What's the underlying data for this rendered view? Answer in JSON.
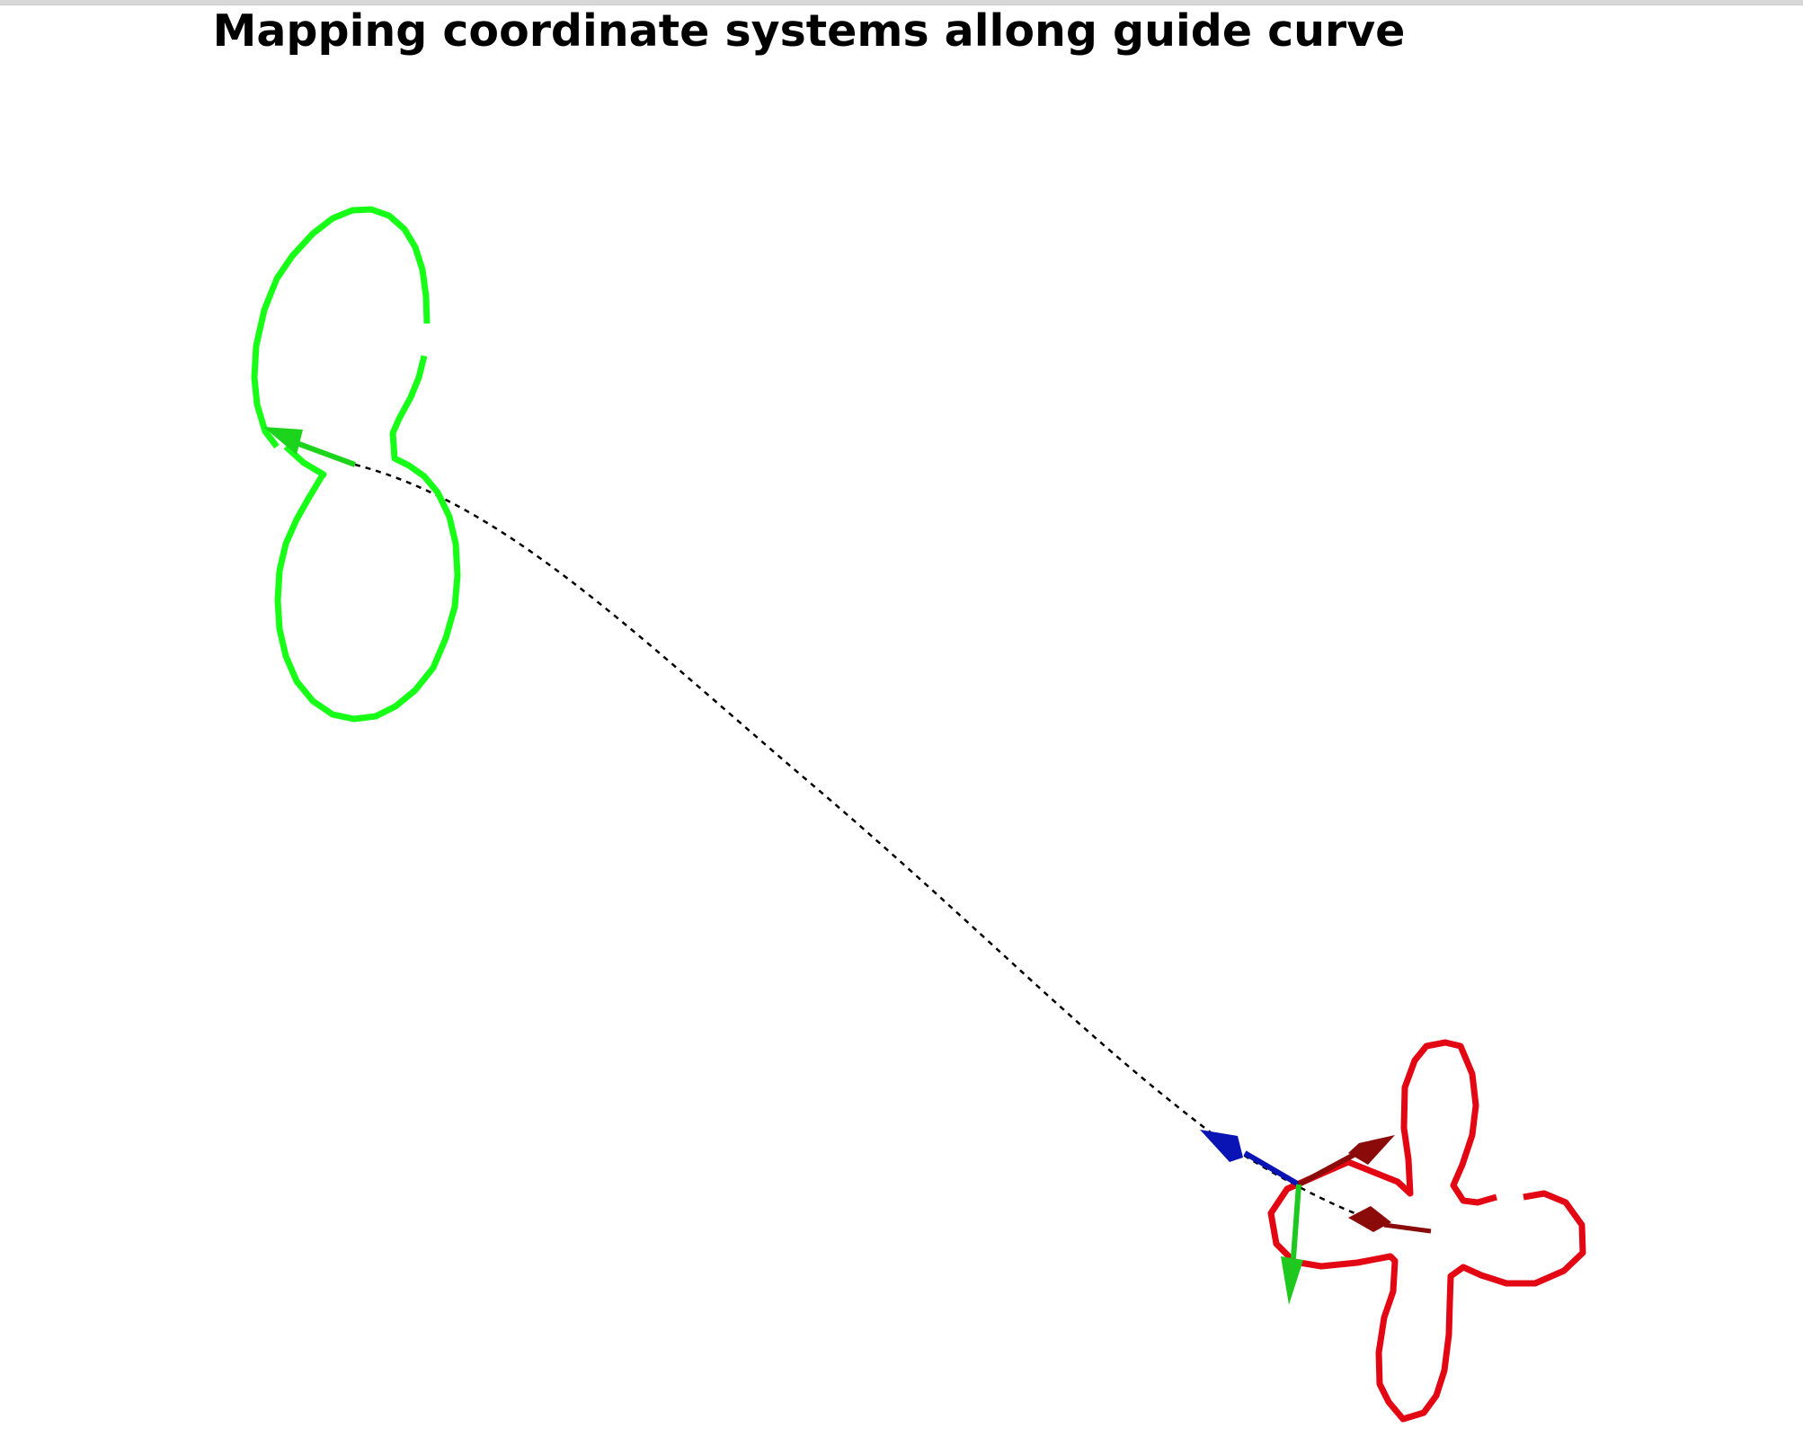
{
  "title": "Mapping coordinate systems allong guide curve",
  "colors": {
    "background": "#ffffff",
    "profile_start": "#17ff17",
    "profile_end": "#e30613",
    "frame_start_axis": "#1bd41b",
    "frame_end_x_axis": "#8b0a0a",
    "frame_end_y_axis": "#1ec81e",
    "frame_end_z_axis": "#0a14b4",
    "guide_curve": "#000000"
  },
  "elements": {
    "guide_curve": {
      "style": "dashed"
    },
    "start_profile": {
      "shape": "two-lobe closed curve with gap"
    },
    "end_profile": {
      "shape": "four-lobe cross-shaped closed curve with gap"
    },
    "start_frame": {
      "axes": [
        "tangent-arrow"
      ]
    },
    "end_frame": {
      "axes": [
        "x-axis-arrow",
        "y-axis-arrow",
        "z-axis-arrow",
        "x-axis-arrow-back"
      ]
    }
  }
}
